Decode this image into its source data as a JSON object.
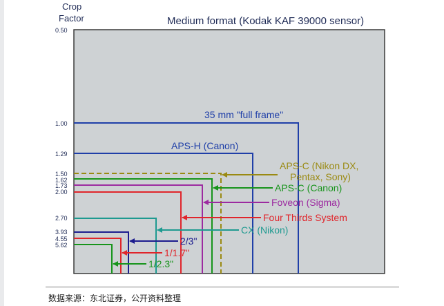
{
  "axis": {
    "title_line1": "Crop",
    "title_line2": "Factor",
    "ticks": [
      "0.50",
      "1.00",
      "1.29",
      "1.50",
      "1.62",
      "1.73",
      "2.00",
      "2.70",
      "3.93",
      "4.55",
      "5.62"
    ]
  },
  "frame_title": "Medium format (Kodak KAF 39000 sensor)",
  "formats": [
    {
      "crop": "1.00",
      "label": "35 mm \"full frame\"",
      "color": "#1f3fa8"
    },
    {
      "crop": "1.29",
      "label": "APS-H (Canon)",
      "color": "#1f3fa8"
    },
    {
      "crop": "1.50",
      "label_line1": "APS-C (Nikon DX,",
      "label_line2": "Pentax, Sony)",
      "color": "#9a8a12"
    },
    {
      "crop": "1.62",
      "label": "APS-C (Canon)",
      "color": "#17941b"
    },
    {
      "crop": "1.73",
      "label": "Foveon (Sigma)",
      "color": "#9c2aa0"
    },
    {
      "crop": "2.00",
      "label": "Four Thirds System",
      "color": "#e0252b"
    },
    {
      "crop": "2.70",
      "label": "CX (Nikon)",
      "color": "#1e9a90"
    },
    {
      "crop": "3.93",
      "label": "2/3\"",
      "color": "#1c1c8e"
    },
    {
      "crop": "4.55",
      "label": "1/1.7\"",
      "color": "#e0252b"
    },
    {
      "crop": "5.62",
      "label": "1/2.3\"",
      "color": "#17941b"
    }
  ],
  "colors": {
    "plot_bg": "#ced2d4",
    "plot_border": "#3a3a3a",
    "text": "#1e2a55"
  },
  "source_caption": "数据来源：东北证券，公开资料整理"
}
